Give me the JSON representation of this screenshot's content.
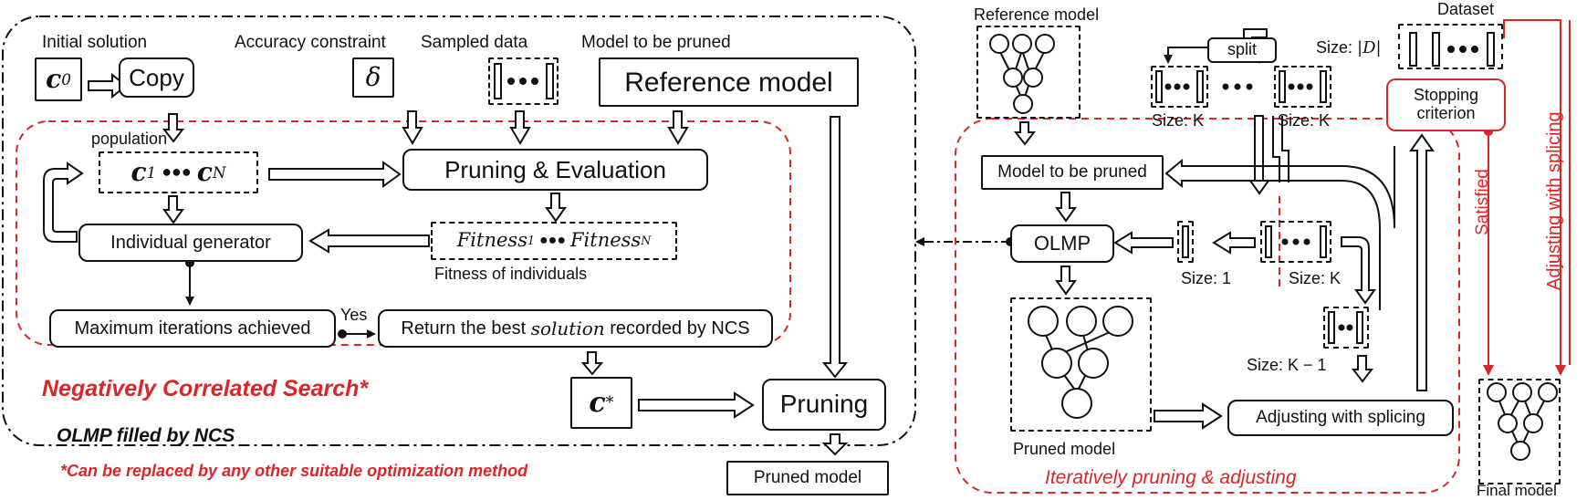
{
  "left": {
    "initial_solution_label": "Initial solution",
    "c0": "c",
    "c0_sup": "0",
    "copy": "Copy",
    "accuracy_label": "Accuracy constraint",
    "delta": "δ",
    "sampled_label": "Sampled data",
    "model_label": "Model to be pruned",
    "reference_model": "Reference model",
    "population_label": "population",
    "pop_c": "c",
    "pop_sup1": "1",
    "pop_dots": "●●●",
    "pop_supN": "N",
    "pruning_eval": "Pruning & Evaluation",
    "fitness_word": "Fitness",
    "fitness_sup1": "1",
    "fitness_supN": "N",
    "fitness_caption": "Fitness of individuals",
    "individual_generator": "Individual generator",
    "max_iter": "Maximum iterations achieved",
    "yes": "Yes",
    "return_prefix": "Return the best ",
    "return_italic": "solution",
    "return_suffix": " recorded by NCS",
    "ncs_title": "Negatively Correlated Search*",
    "c_star": "c",
    "c_star_sup": "*",
    "pruning": "Pruning",
    "olmp_caption": "OLMP filled by NCS",
    "footnote": "*Can be replaced by any other suitable optimization method",
    "pruned_model": "Pruned model"
  },
  "right": {
    "reference_model_label": "Reference model",
    "dataset_label": "Dataset",
    "split": "split",
    "size_D_prefix": "Size: ",
    "size_D": "|D|",
    "size_K1": "Size: K",
    "size_K2": "Size: K",
    "stopping": "Stopping criterion",
    "model_to_be_pruned": "Model to be pruned",
    "olmp": "OLMP",
    "size_1": "Size: 1",
    "size_K3": "Size: K",
    "size_Km1": "Size: K − 1",
    "pruned_model_label": "Pruned model",
    "adjusting_box": "Adjusting with splicing",
    "iter_title": "Iteratively pruning & adjusting",
    "satisfied": "Satisfied",
    "adjusting_vertical": "Adjusting with splicing",
    "final_model": "Final model"
  },
  "colors": {
    "accent": "#d92626",
    "ink": "#111111"
  }
}
